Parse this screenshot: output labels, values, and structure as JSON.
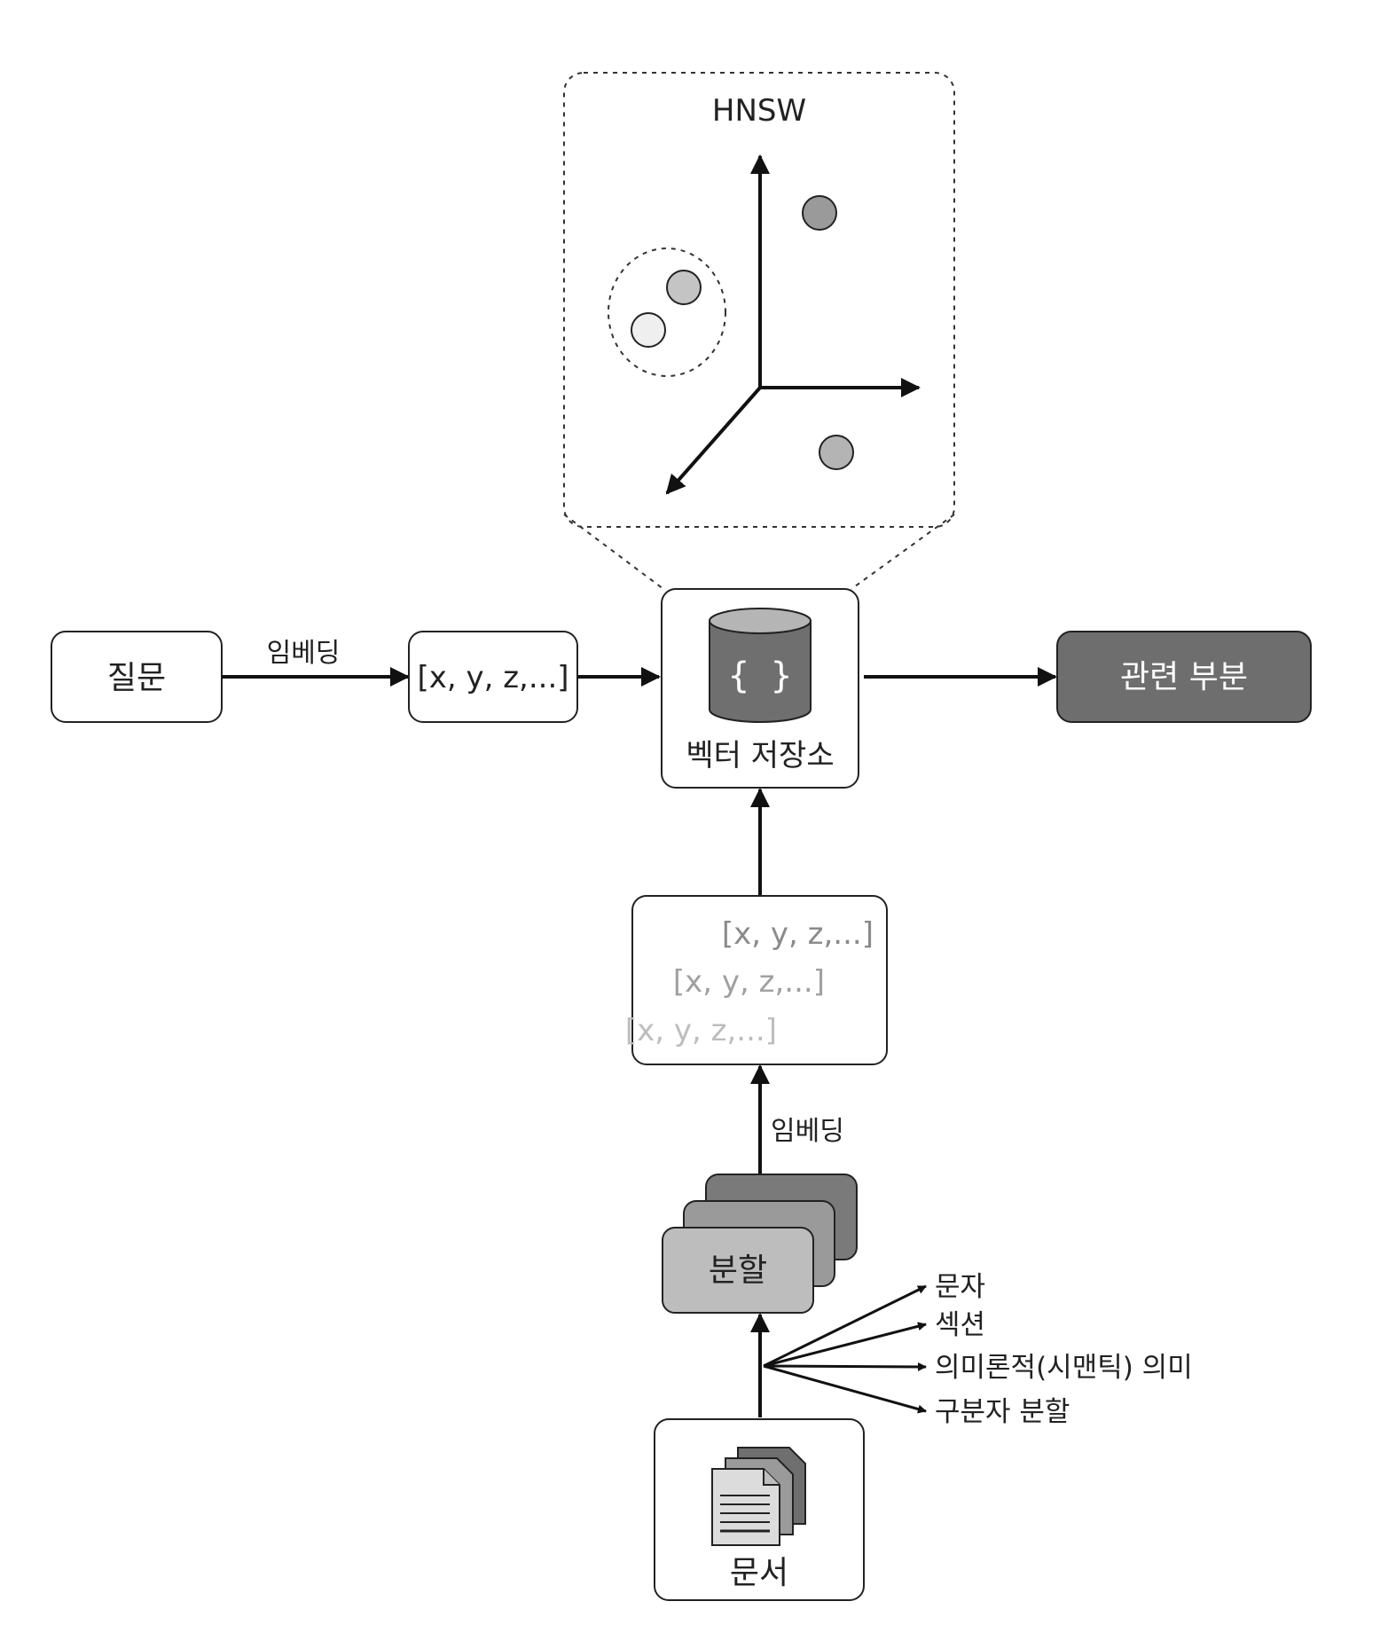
{
  "hnsw": {
    "title": "HNSW"
  },
  "query": {
    "label": "질문"
  },
  "embed_top": {
    "label": "임베딩"
  },
  "query_vector": {
    "label": "[x, y, z,...]"
  },
  "vector_store": {
    "glyph": "{ }",
    "label": "벡터 저장소"
  },
  "result": {
    "label": "관련 부분"
  },
  "vector_list": {
    "items": [
      "[x, y, z,...]",
      "[x, y, z,...]",
      "[x, y, z,...]"
    ]
  },
  "embed_bottom": {
    "label": "임베딩"
  },
  "split": {
    "label": "분할"
  },
  "split_methods": {
    "items": [
      "문자",
      "섹션",
      "의미론적(시맨틱) 의미",
      "구분자 분할"
    ]
  },
  "document": {
    "label": "문서"
  },
  "colors": {
    "dark_box": "#6e6e6e",
    "split_front": "#bdbdbd",
    "split_mid": "#9a9a9a",
    "split_back": "#7a7a7a",
    "cylinder": "#6f6f6f",
    "cylinder_top": "#b5b5b5"
  },
  "icons": [
    "database-icon",
    "documents-icon"
  ]
}
